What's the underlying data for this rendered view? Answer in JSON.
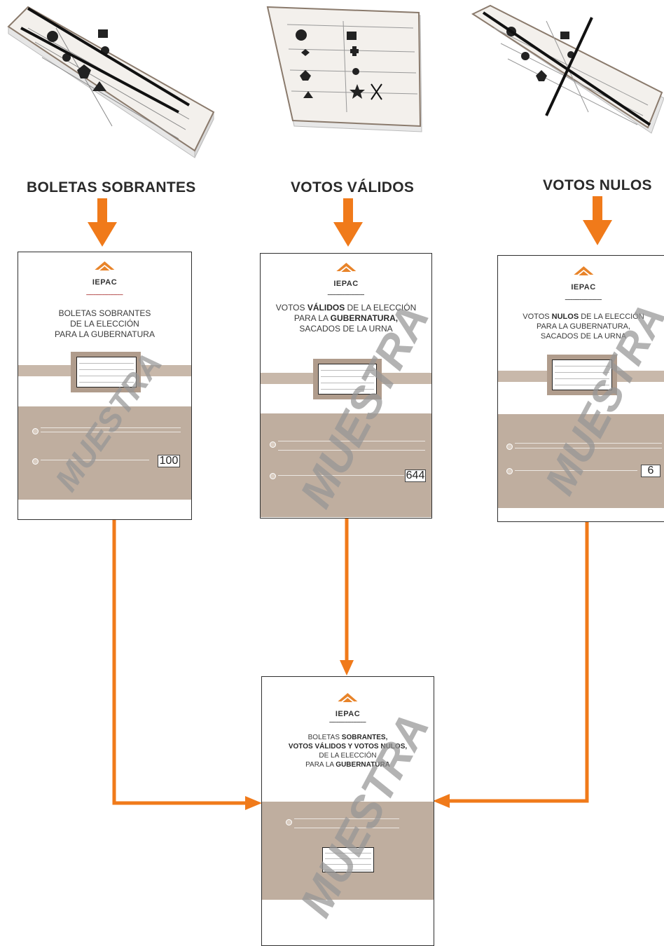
{
  "colors": {
    "arrow": "#f07a1a",
    "band": "#c8b8aa",
    "frame": "#b09c8c"
  },
  "labels": {
    "sobrantes": "BOLETAS SOBRANTES",
    "validos": "VOTOS VÁLIDOS",
    "nulos": "VOTOS NULOS"
  },
  "logo": {
    "text": "IEPAC"
  },
  "cards": {
    "sobrantes": {
      "title_l1": "BOLETAS SOBRANTES",
      "title_l2": "DE LA ELECCIÓN",
      "title_l3": "PARA LA GUBERNATURA",
      "count": "100",
      "watermark": "MUESTRA"
    },
    "validos": {
      "title_pre": "VOTOS ",
      "title_bold": "VÁLIDOS",
      "title_post": " DE LA ELECCIÓN",
      "title_l2_pre": "PARA LA ",
      "title_l2_bold": "GUBERNATURA,",
      "title_l3": "SACADOS DE LA URNA",
      "count": "644",
      "watermark": "MUESTRA"
    },
    "nulos": {
      "title_pre": "VOTOS ",
      "title_bold": "NULOS",
      "title_post": " DE LA ELECCIÓN",
      "title_l2": "PARA LA GUBERNATURA,",
      "title_l3": "SACADOS DE LA URNA",
      "count": "6",
      "watermark": "MUESTRA"
    },
    "final": {
      "title_l1_pre": "BOLETAS ",
      "title_l1_bold": "SOBRANTES,",
      "title_l2_bold": "VOTOS VÁLIDOS Y VOTOS NULOS,",
      "title_l3": "DE LA ELECCIÓN",
      "title_l4_pre": "PARA LA ",
      "title_l4_bold": "GUBERNATURA",
      "watermark": "MUESTRA"
    }
  }
}
